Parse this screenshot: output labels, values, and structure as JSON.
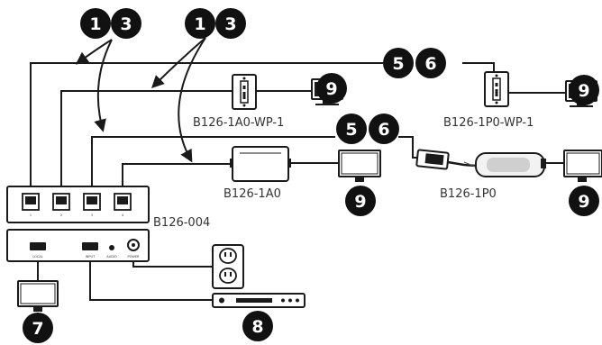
{
  "labels": {
    "wp_local": "B126-1A0-WP-1",
    "wp_remote": "B126-1P0-WP-1",
    "rx_box": "B126-1A0",
    "rx_dongle": "B126-1P0",
    "switch": "B126-004"
  },
  "ports": {
    "p1": "1",
    "p2": "2",
    "p3": "3",
    "p4": "4",
    "local": "LOCAL",
    "input": "INPUT",
    "audio": "AUDIO",
    "power": "POWER"
  },
  "badges": {
    "b1a": "1",
    "b3a": "3",
    "b1b": "1",
    "b3b": "3",
    "b5a": "5",
    "b6a": "6",
    "b5b": "5",
    "b6b": "6",
    "b9a": "9",
    "b9b": "9",
    "b9c": "9",
    "b9d": "9",
    "b7": "7",
    "b8": "8"
  }
}
